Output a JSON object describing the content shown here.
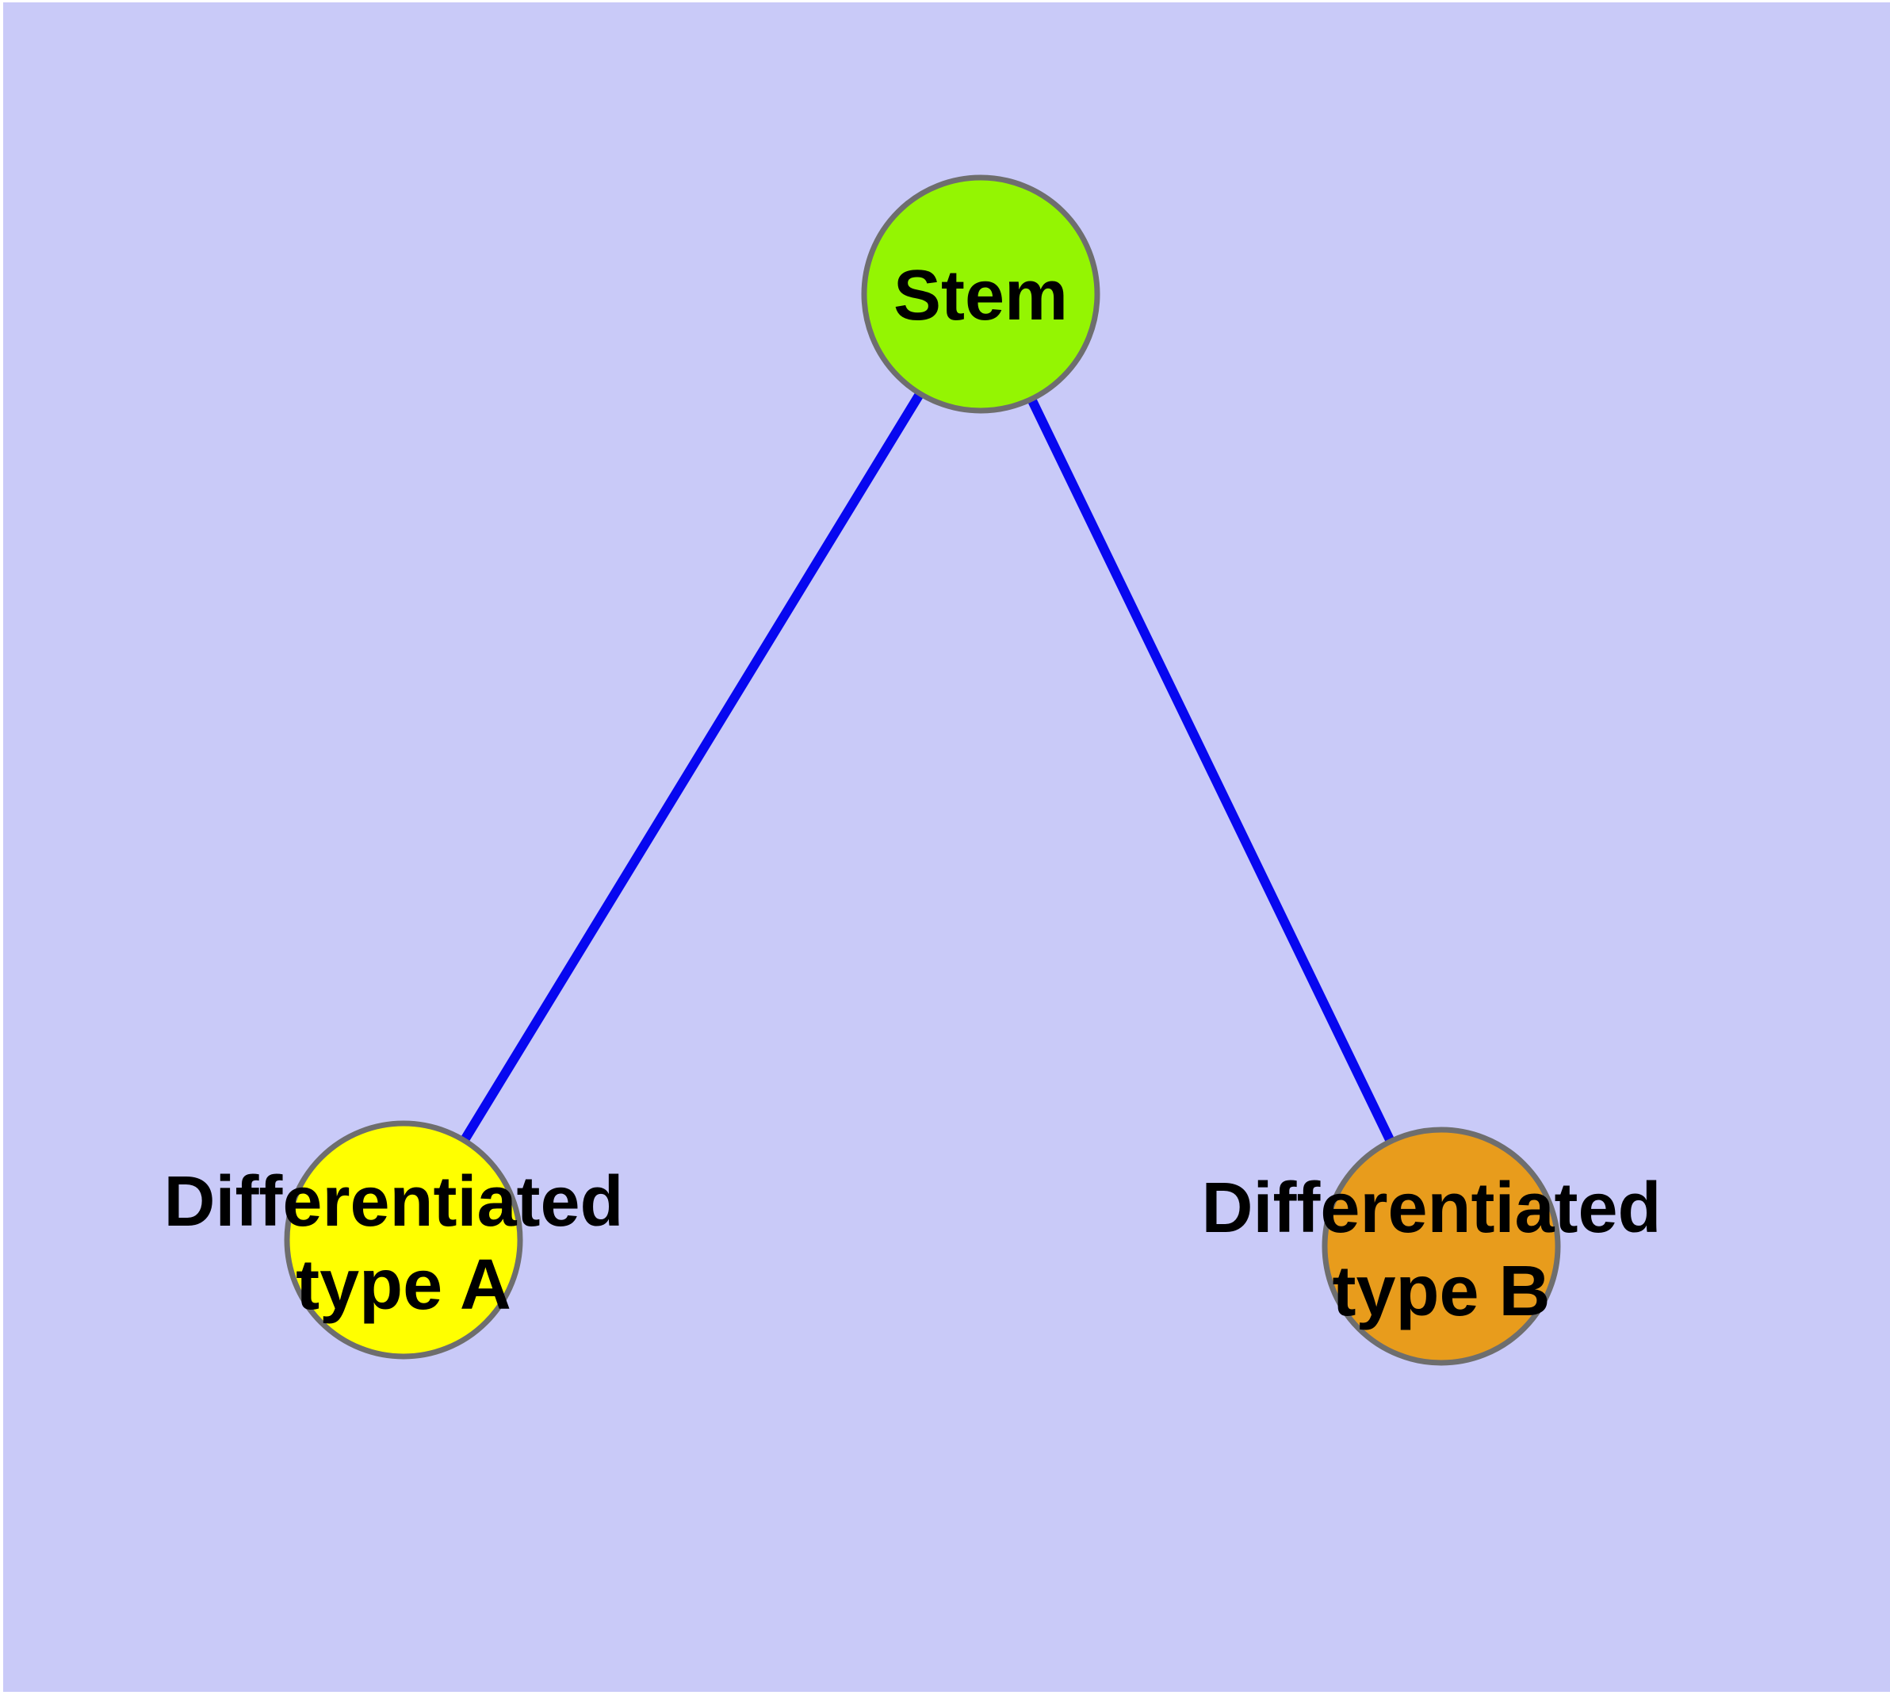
{
  "figure": {
    "background_color": "#C9CAF8",
    "margin_color": "#FFFFFF",
    "text_color": "#000000"
  },
  "nodes": [
    {
      "id": "stem",
      "label": "Stem",
      "fill": "#94F502",
      "border_color": "#6E6E6E"
    },
    {
      "id": "differentiated-type-a",
      "label": "Differentiated type A",
      "line1": "Differentiated",
      "line2": "type A",
      "fill": "#FFFF00",
      "border_color": "#6E6E6E"
    },
    {
      "id": "differentiated-type-b",
      "label": "Differentiated type B",
      "line1": "Differentiated",
      "line2": "type B",
      "fill": "#E89C1C",
      "border_color": "#6E6E6E"
    }
  ],
  "edges": [
    {
      "from": "Stem",
      "to": "Differentiated type A",
      "color": "#0707F0"
    },
    {
      "from": "Stem",
      "to": "Differentiated type B",
      "color": "#0707F0"
    }
  ]
}
